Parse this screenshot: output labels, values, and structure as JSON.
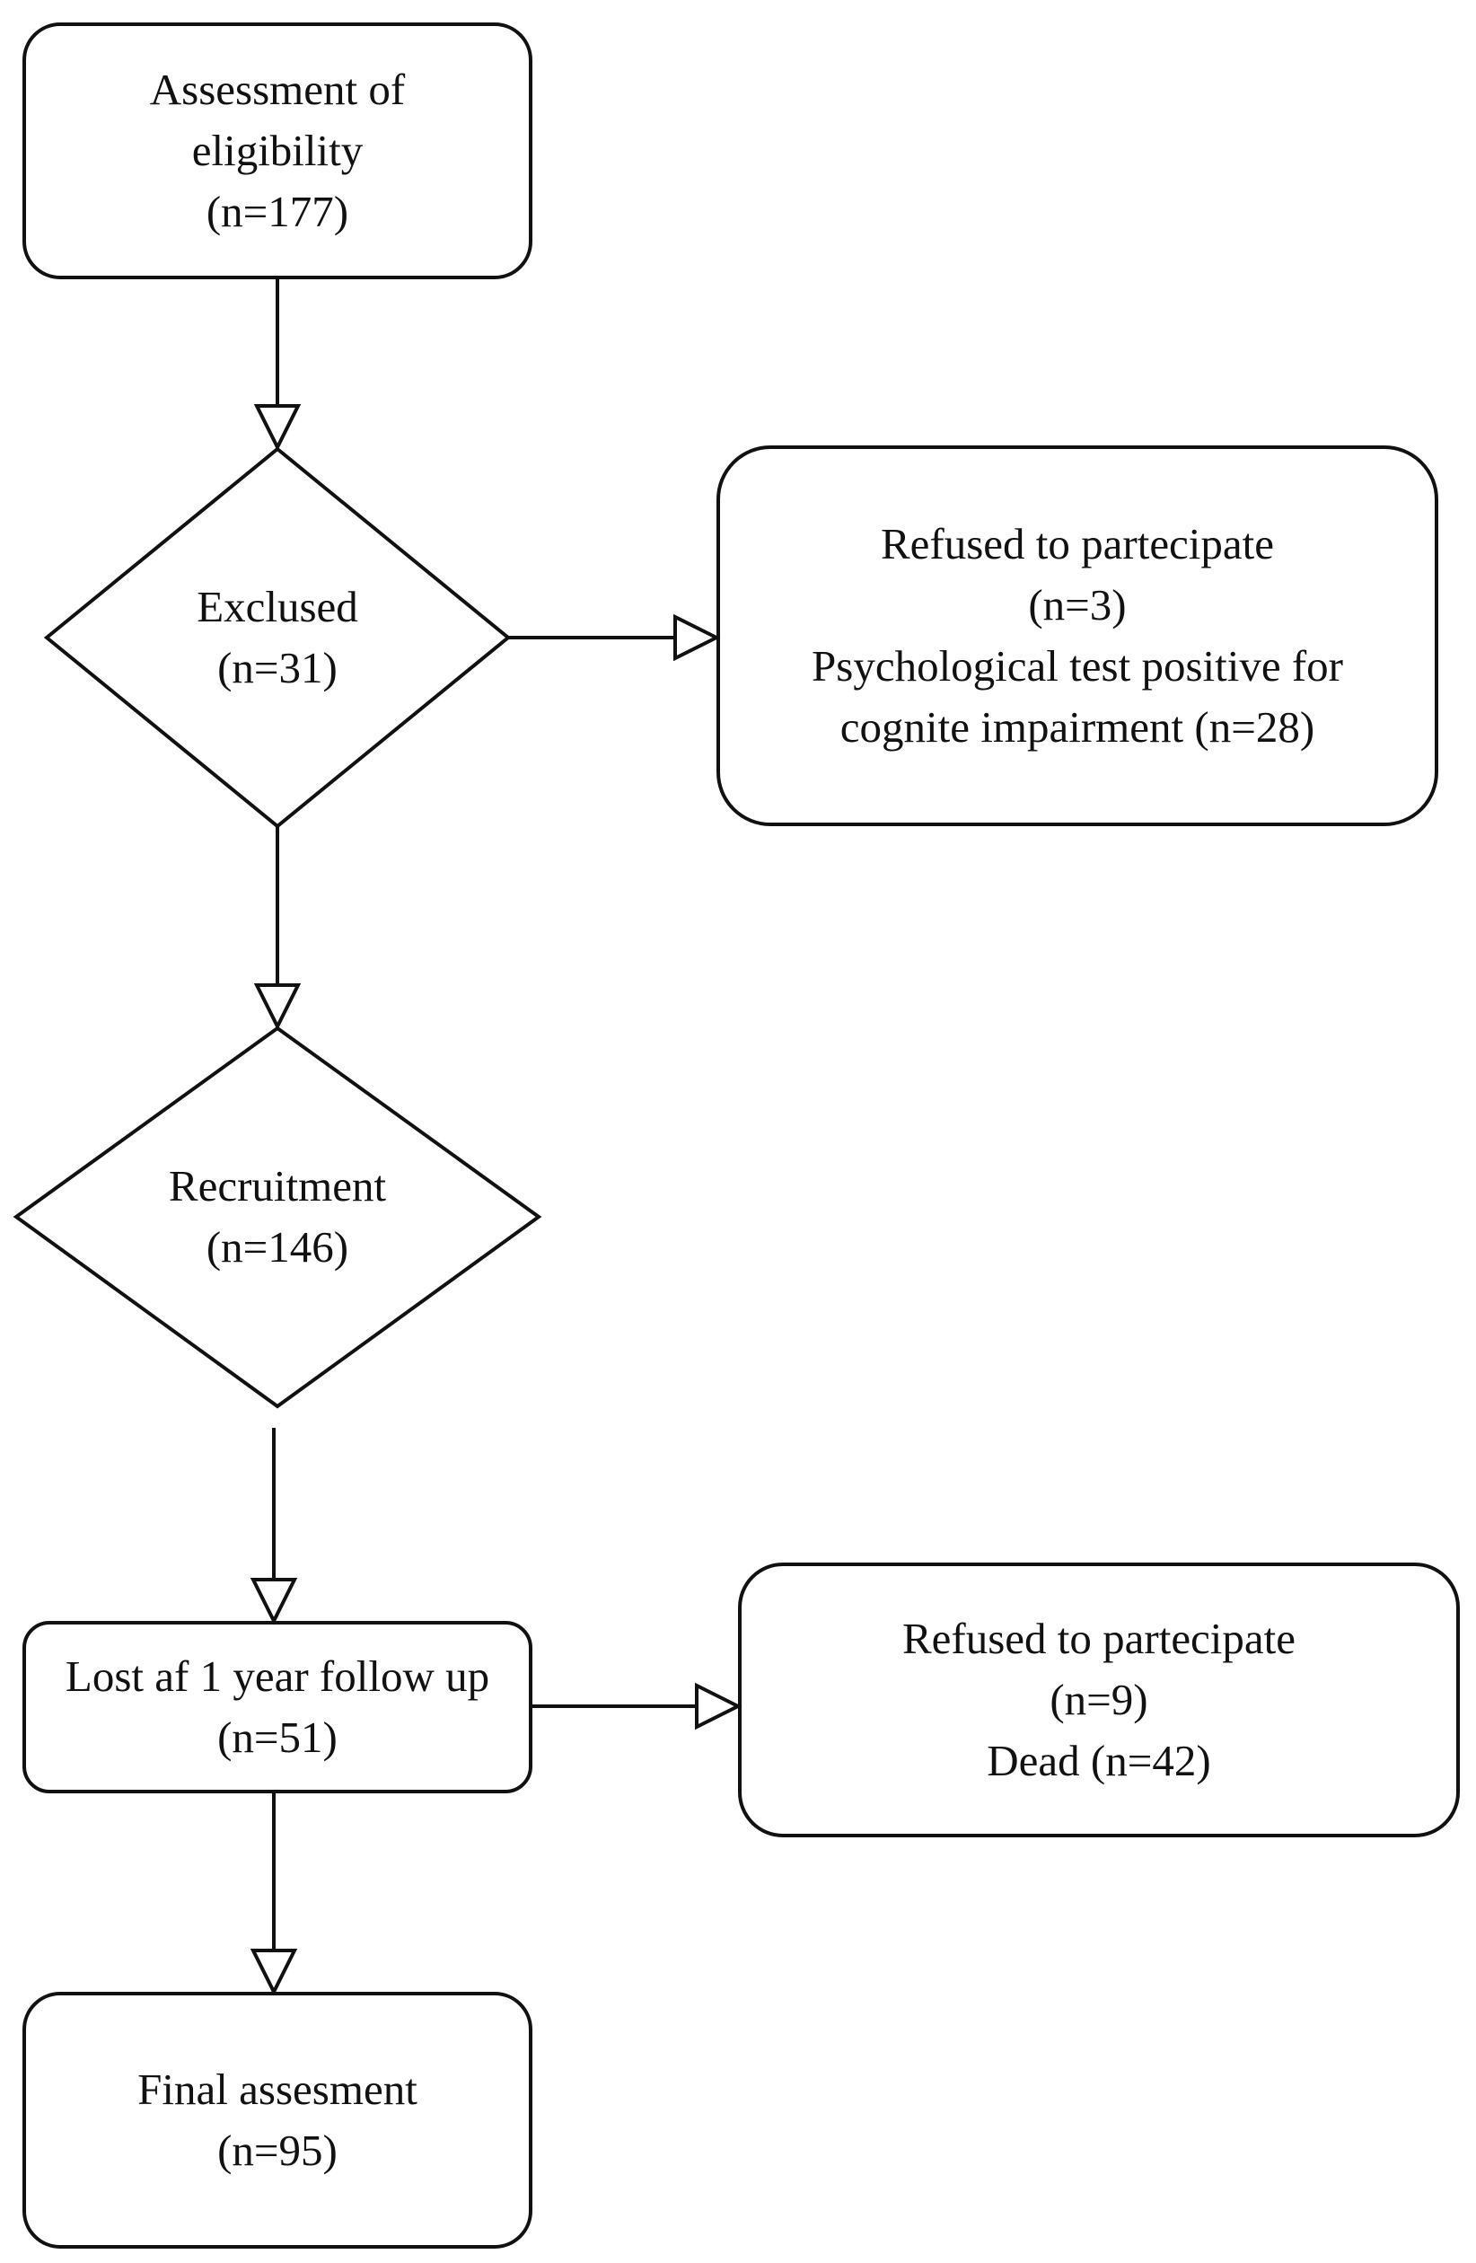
{
  "nodes": {
    "eligibility": {
      "lines": [
        "Assessment of",
        "eligibility",
        "(n=177)"
      ]
    },
    "excluded": {
      "lines": [
        "Exclused",
        "(n=31)"
      ]
    },
    "excluded_reasons": {
      "lines": [
        "Refused to partecipate",
        "(n=3)",
        "Psychological test positive for",
        "cognite impairment (n=28)"
      ]
    },
    "recruitment": {
      "lines": [
        "Recruitment",
        "(n=146)"
      ]
    },
    "lost_followup": {
      "lines": [
        "Lost af 1 year follow up",
        "(n=51)"
      ]
    },
    "lost_reasons": {
      "lines": [
        "Refused to partecipate",
        "(n=9)",
        "Dead (n=42)"
      ]
    },
    "final": {
      "lines": [
        "Final assesment",
        "(n=95)"
      ]
    }
  },
  "colors": {
    "stroke": "#111111",
    "fill": "#ffffff",
    "text": "#111111"
  }
}
